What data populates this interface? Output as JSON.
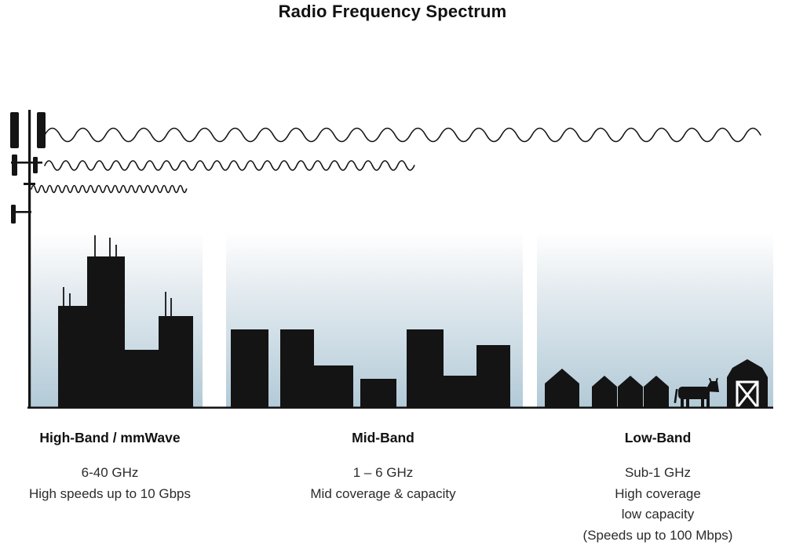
{
  "title": "Radio Frequency Spectrum",
  "bands": [
    {
      "name": "High-Band / mmWave",
      "lines": [
        "6-40 GHz",
        "High speeds up to 10 Gbps"
      ]
    },
    {
      "name": "Mid-Band",
      "lines": [
        "1 – 6 GHz",
        "Mid coverage & capacity"
      ]
    },
    {
      "name": "Low-Band",
      "lines": [
        "Sub-1 GHz",
        "High coverage",
        "low capacity",
        "(Speeds up to 100 Mbps)"
      ]
    }
  ],
  "colors": {
    "ink": "#141414",
    "sky_top": "#ffffff",
    "sky_bottom": "#b2cad7"
  },
  "icons": {
    "tower": "cell-tower-icon",
    "waves": [
      "long-wave-icon",
      "medium-wave-icon",
      "short-wave-icon"
    ],
    "high_band": "city-skyline-icon",
    "mid_band": "midband-skyline-icon",
    "low_band": [
      "house-icon",
      "cow-icon",
      "barn-icon"
    ]
  }
}
